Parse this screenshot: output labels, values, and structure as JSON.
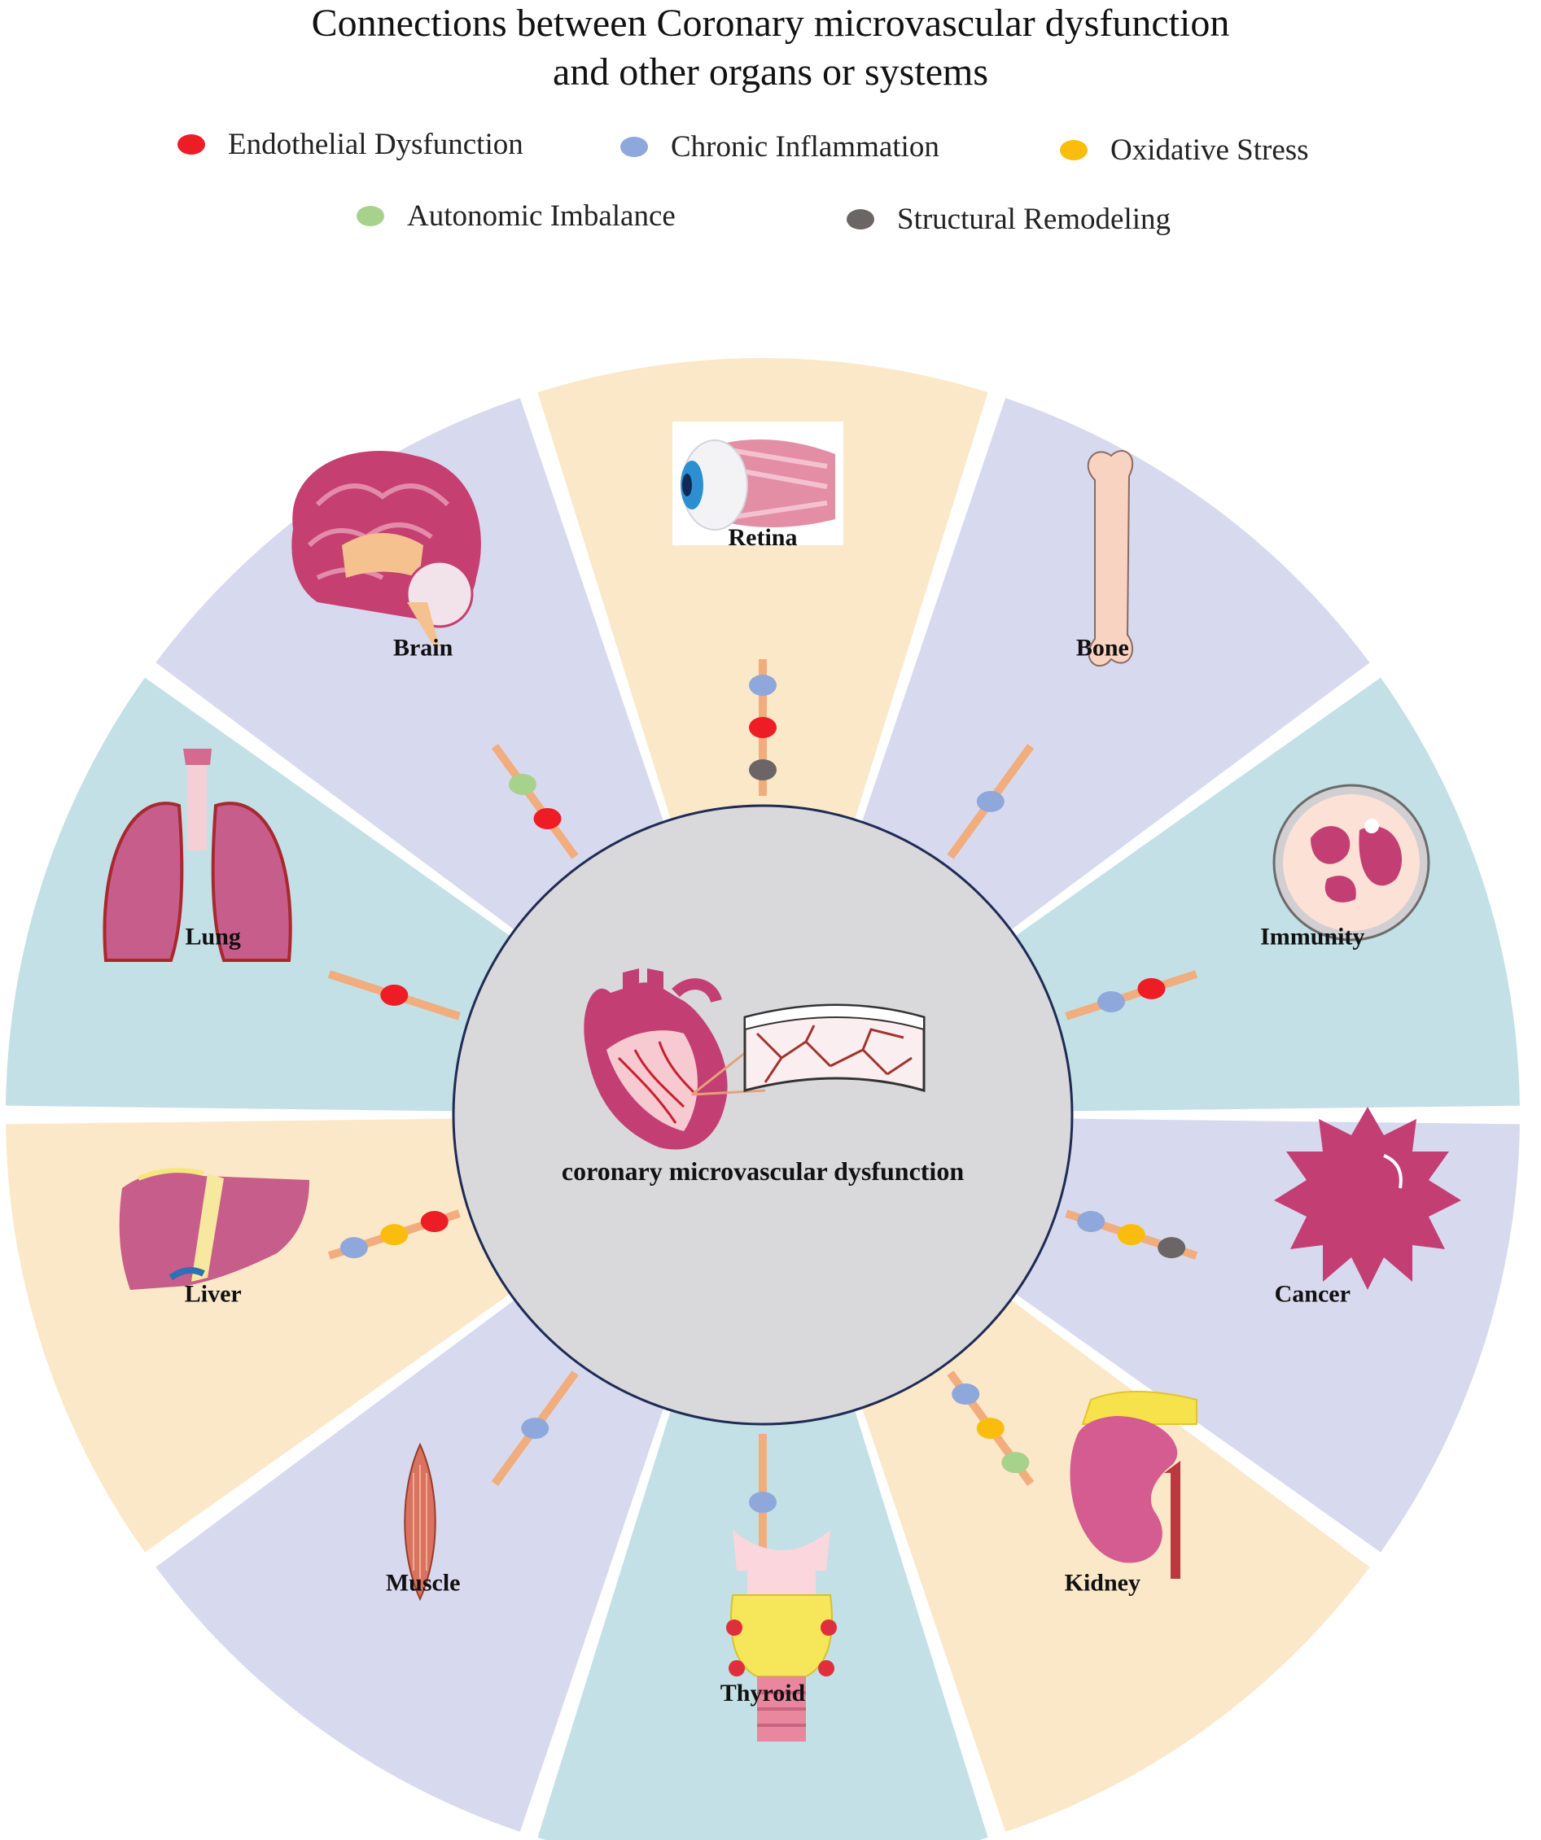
{
  "title": {
    "line1": "Connections between Coronary microvascular dysfunction",
    "line2": "and other organs or systems"
  },
  "legend": [
    {
      "key": "endothelial",
      "label": "Endothelial Dysfunction",
      "color": "#ee1c25"
    },
    {
      "key": "inflammation",
      "label": "Chronic Inflammation",
      "color": "#8ea8dc"
    },
    {
      "key": "oxidative",
      "label": "Oxidative Stress",
      "color": "#fbbd0d"
    },
    {
      "key": "autonomic",
      "label": "Autonomic Imbalance",
      "color": "#a6d28c"
    },
    {
      "key": "remodeling",
      "label": "Structural Remodeling",
      "color": "#6b6565"
    }
  ],
  "colors": {
    "sector_lavender": "#d7daee",
    "sector_peach": "#fbe8c8",
    "sector_teal": "#c2e0e5",
    "center_fill": "#d9d9dc",
    "center_stroke": "#1f2b55",
    "connector": "#f2ad7e",
    "organ_pink": "#c75d8a",
    "organ_magenta": "#c33f73"
  },
  "center": {
    "label": "coronary microvascular dysfunction",
    "icon": "heart-with-microvessels-icon"
  },
  "organs": [
    {
      "key": "retina",
      "label": "Retina",
      "icon": "eye-icon",
      "mechanisms": [
        "inflammation",
        "endothelial",
        "remodeling"
      ]
    },
    {
      "key": "bone",
      "label": "Bone",
      "icon": "bone-icon",
      "mechanisms": [
        "inflammation"
      ]
    },
    {
      "key": "immunity",
      "label": "Immunity",
      "icon": "immune-cell-icon",
      "mechanisms": [
        "endothelial",
        "inflammation"
      ]
    },
    {
      "key": "cancer",
      "label": "Cancer",
      "icon": "cancer-cell-icon",
      "mechanisms": [
        "remodeling",
        "oxidative",
        "inflammation"
      ]
    },
    {
      "key": "kidney",
      "label": "Kidney",
      "icon": "kidney-icon",
      "mechanisms": [
        "autonomic",
        "oxidative",
        "inflammation"
      ]
    },
    {
      "key": "thyroid",
      "label": "Thyroid",
      "icon": "thyroid-icon",
      "mechanisms": [
        "inflammation"
      ]
    },
    {
      "key": "muscle",
      "label": "Muscle",
      "icon": "muscle-icon",
      "mechanisms": [
        "inflammation"
      ]
    },
    {
      "key": "liver",
      "label": "Liver",
      "icon": "liver-icon",
      "mechanisms": [
        "inflammation",
        "oxidative",
        "endothelial"
      ]
    },
    {
      "key": "lung",
      "label": "Lung",
      "icon": "lungs-icon",
      "mechanisms": [
        "endothelial"
      ]
    },
    {
      "key": "brain",
      "label": "Brain",
      "icon": "brain-icon",
      "mechanisms": [
        "autonomic",
        "endothelial"
      ]
    }
  ]
}
